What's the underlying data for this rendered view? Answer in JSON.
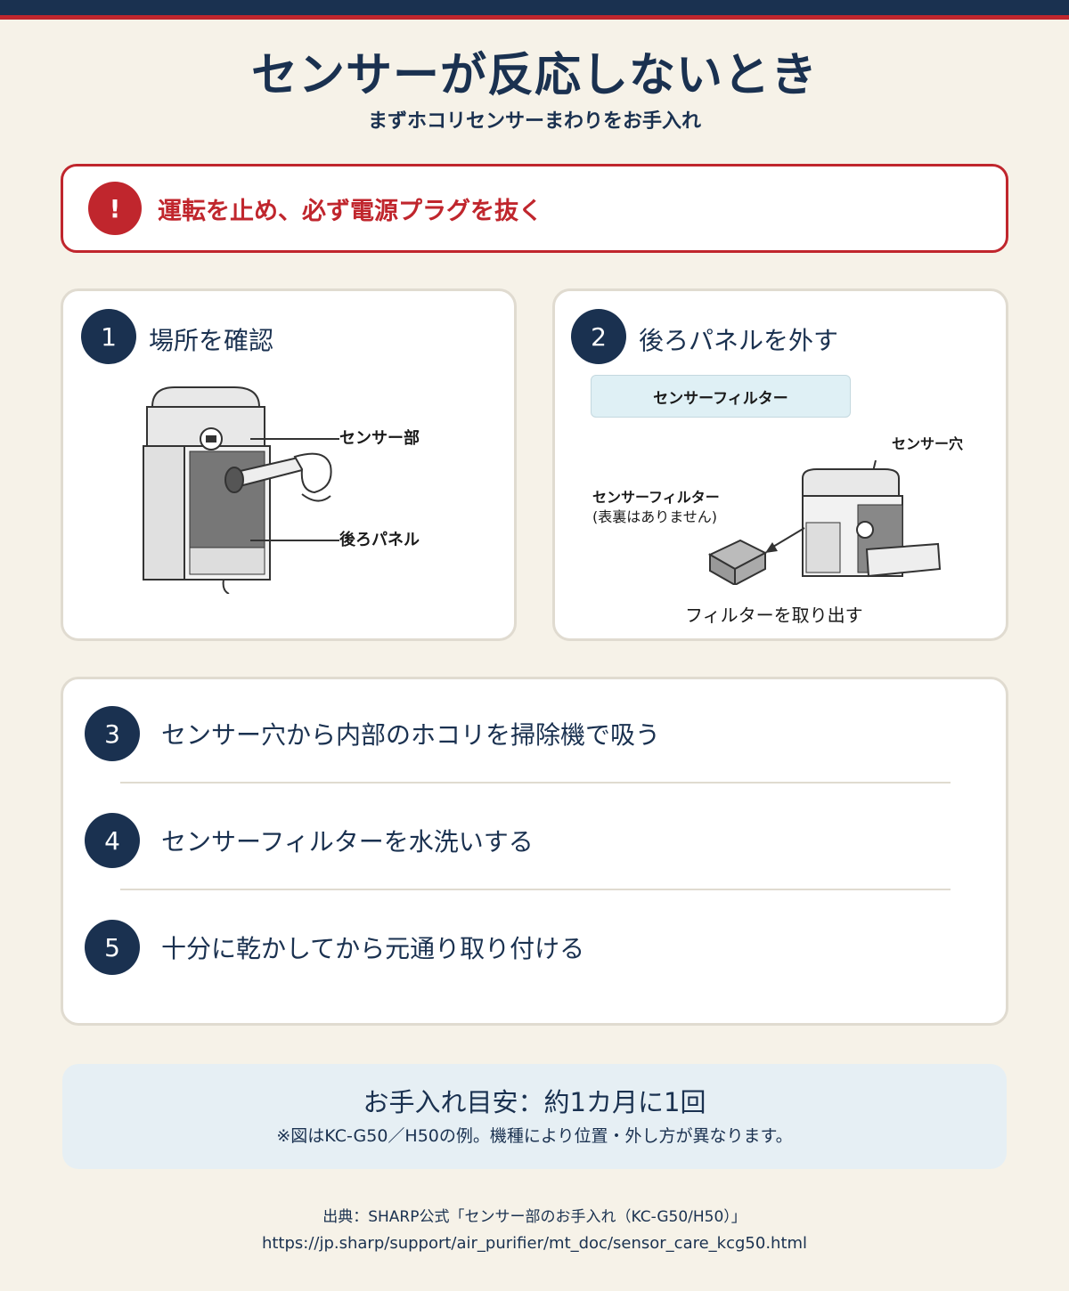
{
  "header": {
    "title": "センサーが反応しないとき",
    "subtitle": "まずホコリセンサーまわりをお手入れ"
  },
  "warning": {
    "icon": "!",
    "text": "運転を止め、必ず電源プラグを抜く"
  },
  "step1": {
    "number": "1",
    "title": "場所を確認",
    "label_sensor": "センサー部",
    "label_panel": "後ろパネル"
  },
  "step2": {
    "number": "2",
    "title": "後ろパネルを外す",
    "tag": "センサーフィルター",
    "label_hole": "センサー穴",
    "label_filter": "センサーフィルター",
    "label_filter_note": "(表裏はありません)",
    "caption": "フィルターを取り出す"
  },
  "steps_list": [
    {
      "number": "3",
      "text": "センサー穴から内部のホコリを掃除機で吸う"
    },
    {
      "number": "4",
      "text": "センサーフィルターを水洗いする"
    },
    {
      "number": "5",
      "text": "十分に乾かしてから元通り取り付ける"
    }
  ],
  "note": {
    "main": "お手入れ目安：約1カ月に1回",
    "sub": "※図はKC-G50／H50の例。機種により位置・外し方が異なります。"
  },
  "source": {
    "text": "出典：SHARP公式「センサー部のお手入れ（KC-G50/H50）」",
    "url": "https://jp.sharp/support/air_purifier/mt_doc/sensor_care_kcg50.html"
  },
  "colors": {
    "navy": "#1a3150",
    "red": "#c0262d",
    "background": "#f6f2e8"
  }
}
